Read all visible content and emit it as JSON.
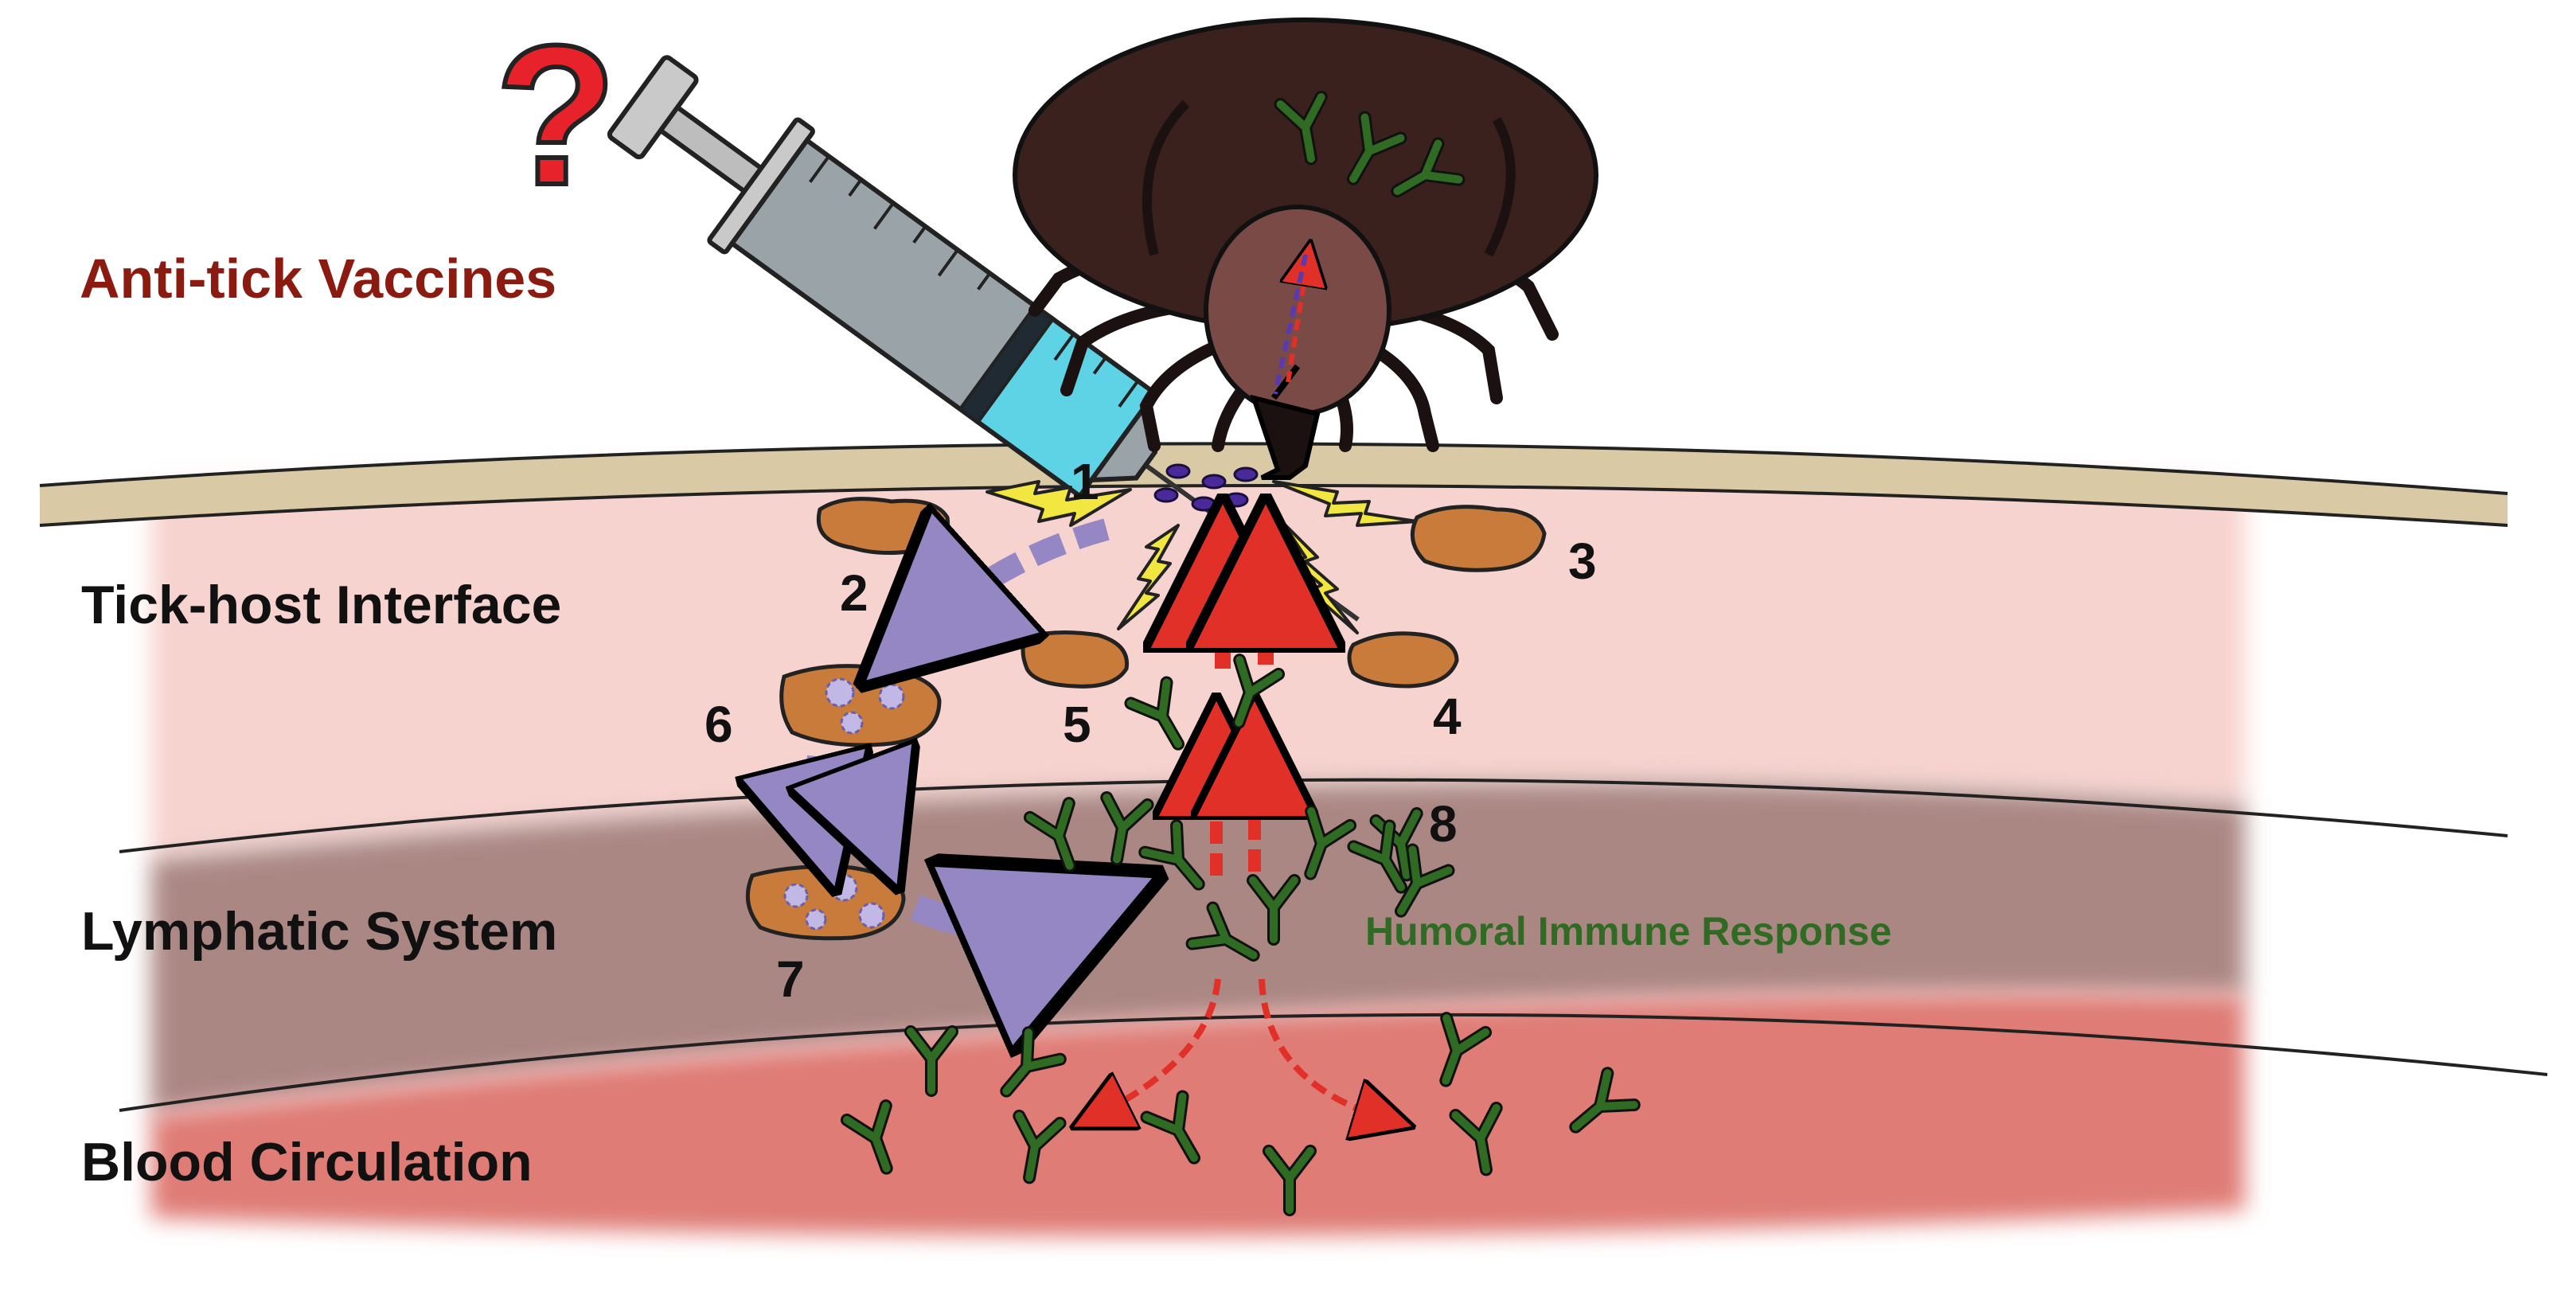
{
  "title": "Anti-tick Vaccines",
  "question_mark": "?",
  "layers": [
    {
      "label": "Tick-host Interface"
    },
    {
      "label": "Lymphatic System"
    },
    {
      "label": "Blood Circulation"
    }
  ],
  "step_numbers": [
    "1",
    "2",
    "3",
    "4",
    "5",
    "6",
    "7",
    "8"
  ],
  "humoral_label": "Humoral Immune Response",
  "colors": {
    "title": "#8b1a10",
    "question": "#e8222b",
    "skin_top": "#d9c9a4",
    "tick_host_layer": "#f7d3cf",
    "lymphatic_layer": "#ab8784",
    "blood_layer": "#df7b76",
    "tick_body": "#3b211d",
    "cell": "#c97b3c",
    "antibody": "#2f6b22",
    "arrow_red": "#e03028",
    "arrow_purple": "#9487c4",
    "bolt": "#f2e640",
    "syringe_fluid": "#5ed3e6",
    "humoral_text": "#2f6b22"
  }
}
